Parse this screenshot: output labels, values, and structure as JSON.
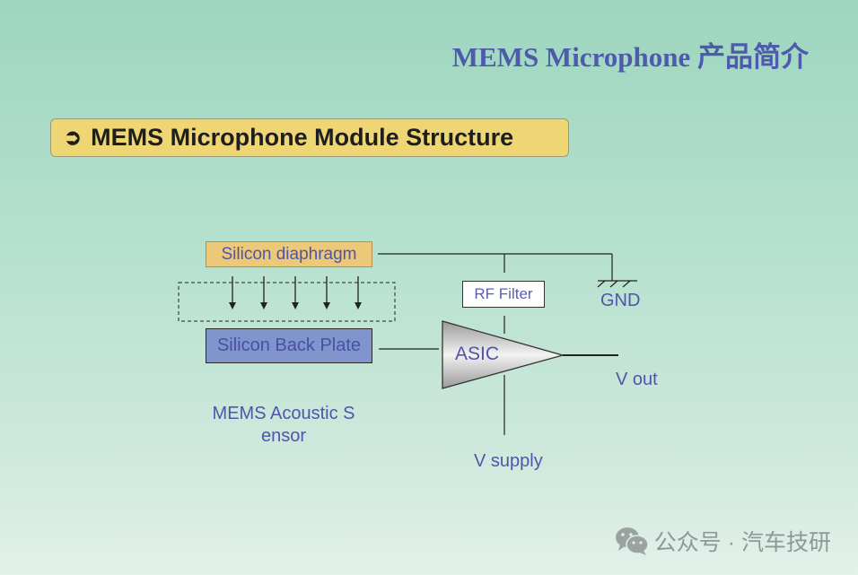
{
  "header": {
    "title": "MEMS Microphone 产品简介"
  },
  "section": {
    "bullet_icon": "➲",
    "title": "MEMS Microphone Module Structure"
  },
  "diagram": {
    "diaphragm_label": "Silicon diaphragm",
    "backplate_label": "Silicon Back Plate",
    "sensor_caption_line1": "MEMS Acoustic S",
    "sensor_caption_line2": "ensor",
    "rf_filter_label": "RF Filter",
    "asic_label": "ASIC",
    "gnd_label": "GND",
    "vout_label": "V out",
    "vsupply_label": "V supply",
    "arrow_count": 5
  },
  "footer": {
    "icon": "wechat-icon",
    "text": "公众号 · 汽车技研"
  }
}
